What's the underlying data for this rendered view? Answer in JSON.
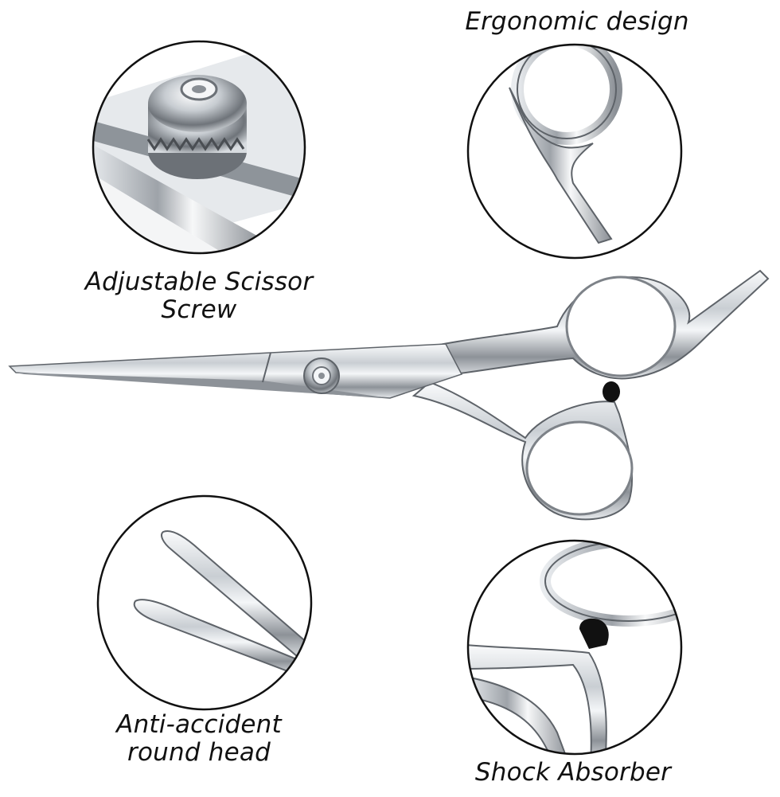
{
  "labels": {
    "ergonomic": "Ergonomic design",
    "screw_line1": "Adjustable Scissor",
    "screw_line2": "Screw",
    "round_line1": "Anti-accident",
    "round_line2": "round head",
    "shock": "Shock Absorber"
  },
  "colors": {
    "background": "#ffffff",
    "circle_outline": "#111111",
    "steel_light": "#f2f4f6",
    "steel_mid": "#b9bec4",
    "steel_dark": "#5e6369",
    "absorber": "#111111"
  }
}
